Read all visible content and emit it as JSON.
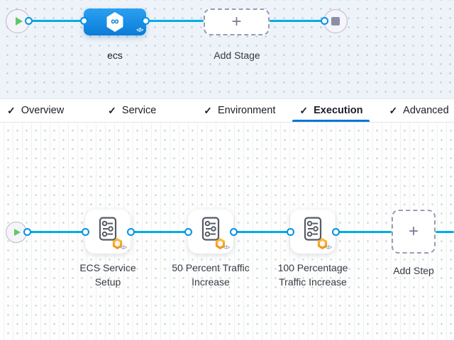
{
  "pipeline_canvas": {
    "stage": {
      "label": "ecs"
    },
    "add_stage_label": "Add Stage"
  },
  "tabs": [
    {
      "label": "Overview",
      "checked": true,
      "active": false
    },
    {
      "label": "Service",
      "checked": true,
      "active": false
    },
    {
      "label": "Environment",
      "checked": true,
      "active": false
    },
    {
      "label": "Execution",
      "checked": true,
      "active": true
    },
    {
      "label": "Advanced",
      "checked": true,
      "active": false
    }
  ],
  "execution_canvas": {
    "steps": [
      {
        "label": "ECS Service Setup"
      },
      {
        "label": "50 Percent Traffic Increase"
      },
      {
        "label": "100 Percentage Traffic Increase"
      }
    ],
    "add_step_label": "Add Step"
  },
  "icons": {
    "check": "✓",
    "plus": "+",
    "code": "</>",
    "infinity": "∞"
  },
  "colors": {
    "edge_blue": "#00ade4",
    "port_blue": "#0092e4",
    "stage_node_blue": "#0a7cd7",
    "active_tab_underline": "#0677d4",
    "play_green": "#62c667",
    "badge_orange": "#f5a31f",
    "canvas_top_bg": "#edf3f9",
    "canvas_bottom_bg": "#fefefe"
  }
}
